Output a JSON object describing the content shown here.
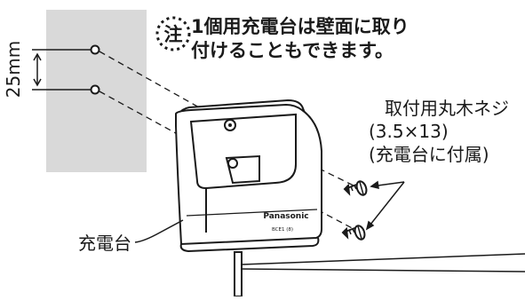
{
  "note": {
    "badge": "注",
    "line1": "1個用充電台は壁面に取り",
    "line2": "付けることもできます。"
  },
  "dimension": {
    "label": "25mm"
  },
  "screw_callout": {
    "line1": "取付用丸木ネジ",
    "line2": "(3.5×13)",
    "line3": "(充電台に付属)"
  },
  "charger": {
    "label": "充電台",
    "brand": "Panasonic",
    "model": "BCE1 (8)"
  },
  "colors": {
    "wall": "#d9d9d9",
    "line": "#1a1a1a",
    "body": "#ffffff"
  }
}
